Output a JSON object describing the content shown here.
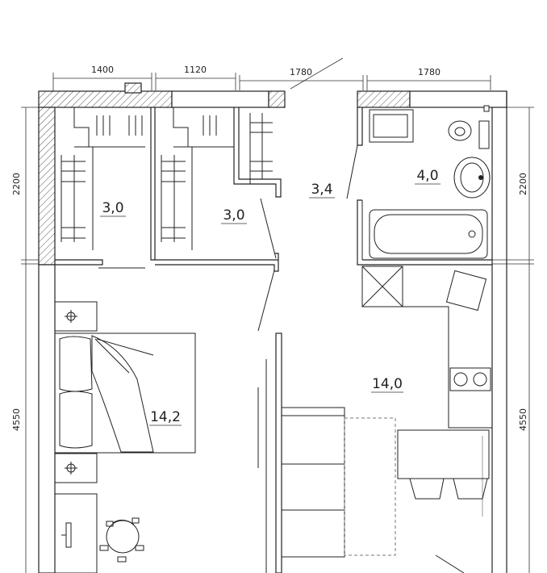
{
  "dimensions": {
    "top": [
      "1400",
      "1120",
      "1780",
      "1780"
    ],
    "left": [
      "2200",
      "4550"
    ],
    "right": [
      "2200",
      "4550"
    ]
  },
  "rooms": [
    {
      "id": "wardrobe-1",
      "area": "3,0"
    },
    {
      "id": "wardrobe-2",
      "area": "3,0"
    },
    {
      "id": "hallway",
      "area": "3,4"
    },
    {
      "id": "bathroom",
      "area": "4,0"
    },
    {
      "id": "bedroom",
      "area": "14,2"
    },
    {
      "id": "kitchen-living",
      "area": "14,0"
    }
  ]
}
